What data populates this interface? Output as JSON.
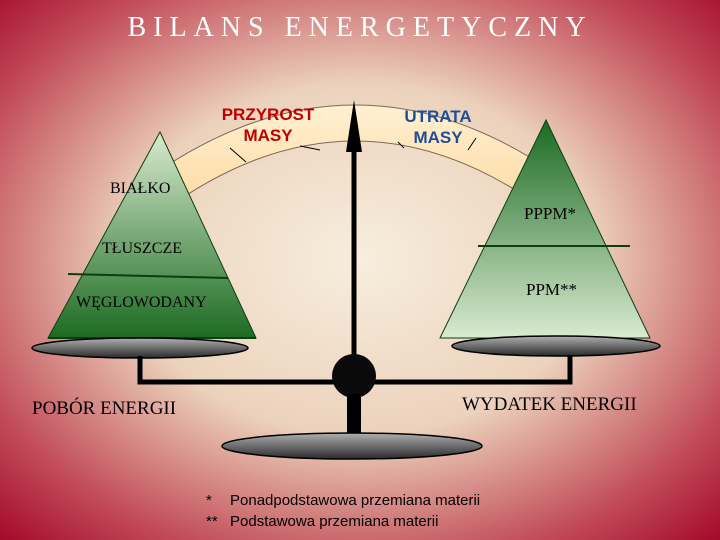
{
  "title": "BILANS ENERGETYCZNY",
  "arc": {
    "gain_label": [
      "PRZYROST",
      "MASY"
    ],
    "loss_label": [
      "UTRATA",
      "MASY"
    ]
  },
  "left_pyramid": {
    "layers": [
      "BIAŁKO",
      "TŁUSZCZE",
      "WĘGLOWODANY"
    ]
  },
  "right_pyramid": {
    "layers": [
      "PPPM*",
      "PPM**"
    ]
  },
  "intake_label": "POBÓR ENERGII",
  "expenditure_label": "WYDATEK ENERGII",
  "footnotes": [
    {
      "mark": "*",
      "text": "Ponadpodstawowa przemiana materii"
    },
    {
      "mark": "**",
      "text": "Podstawowa przemiana materii"
    }
  ],
  "colors": {
    "background_center": "#f7eedd",
    "background_edge": "#a50a2a",
    "arc_fill": "#ffe4b8",
    "pyramid_light": "#c4dcb4",
    "pyramid_dark": "#1e6b24",
    "scale": "#000000",
    "gain_text": "#c00000",
    "loss_text": "#1f4e99"
  }
}
